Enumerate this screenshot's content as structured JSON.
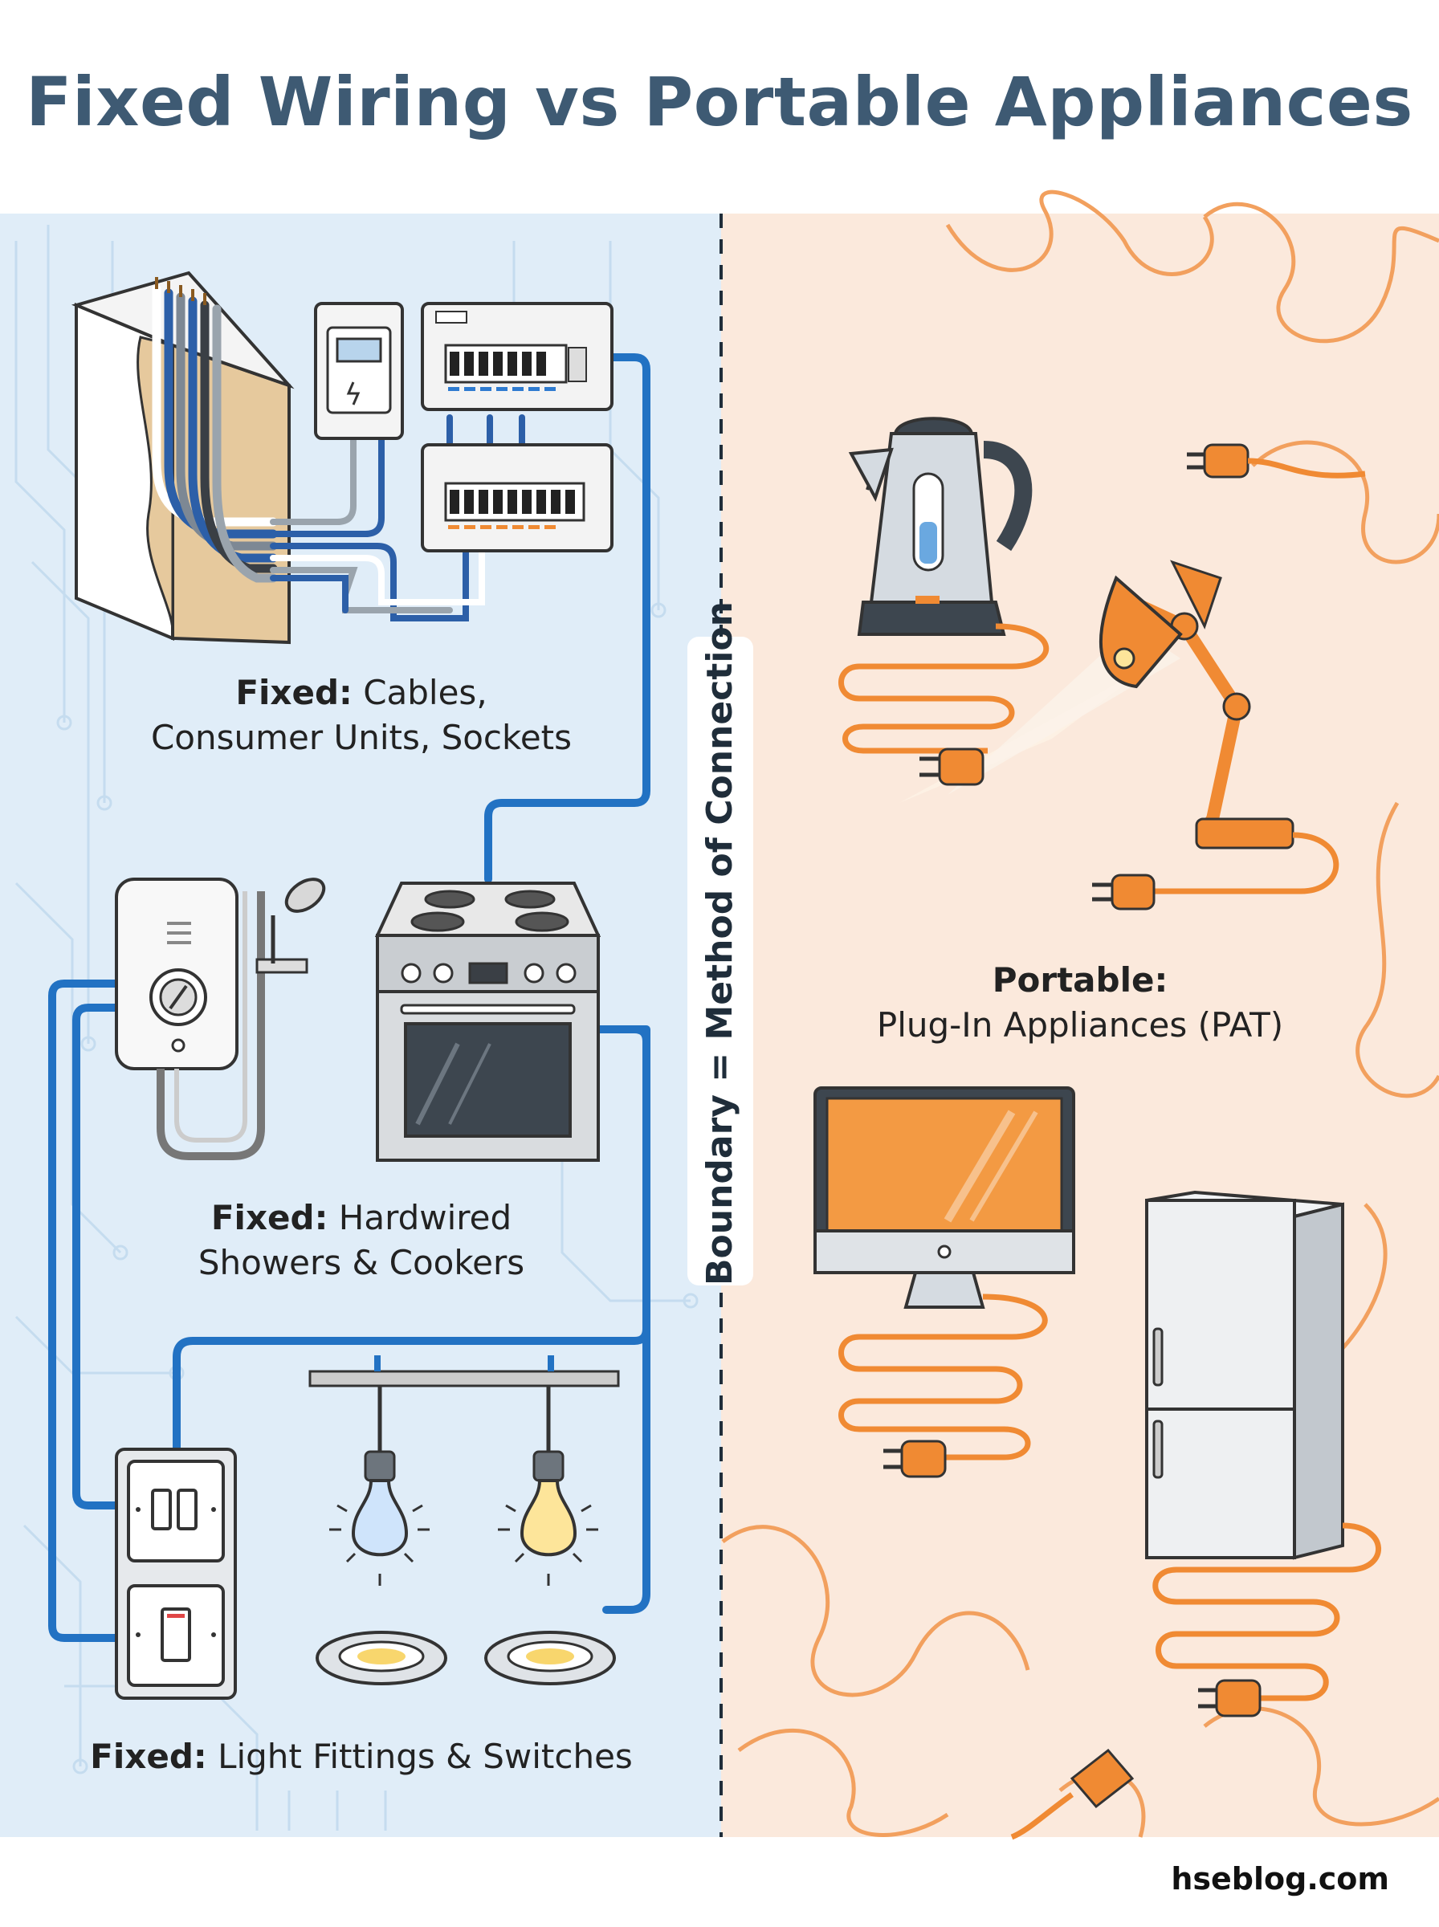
{
  "title": "Fixed Wiring vs Portable Appliances",
  "boundary_label": "Boundary = Method of Connection",
  "captions": {
    "fixed_cables": {
      "bold": "Fixed:",
      "line1": "Cables,",
      "line2": "Consumer Units, Sockets"
    },
    "fixed_hardwired": {
      "bold": "Fixed:",
      "line1": "Hardwired",
      "line2": "Showers & Cookers"
    },
    "fixed_lights": {
      "bold": "Fixed:",
      "line1": "Light Fittings & Switches"
    },
    "portable": {
      "bold": "Portable:",
      "line1": "Plug-In Appliances (PAT)"
    }
  },
  "footer": "hseblog.com",
  "colors": {
    "title": "#3e5a73",
    "fixed_panel": "#e0edf8",
    "portable_panel": "#fbe9dc",
    "fixed_cable": "#2272c3",
    "portable_cable": "#f08a33"
  },
  "icons": [
    "wall-cable-icon",
    "meter-icon",
    "consumer-unit-icon",
    "shower-icon",
    "cooker-icon",
    "light-switch-icon",
    "light-bulb-icon",
    "downlight-icon",
    "kettle-icon",
    "desk-lamp-icon",
    "monitor-icon",
    "fridge-icon",
    "plug-icon"
  ]
}
